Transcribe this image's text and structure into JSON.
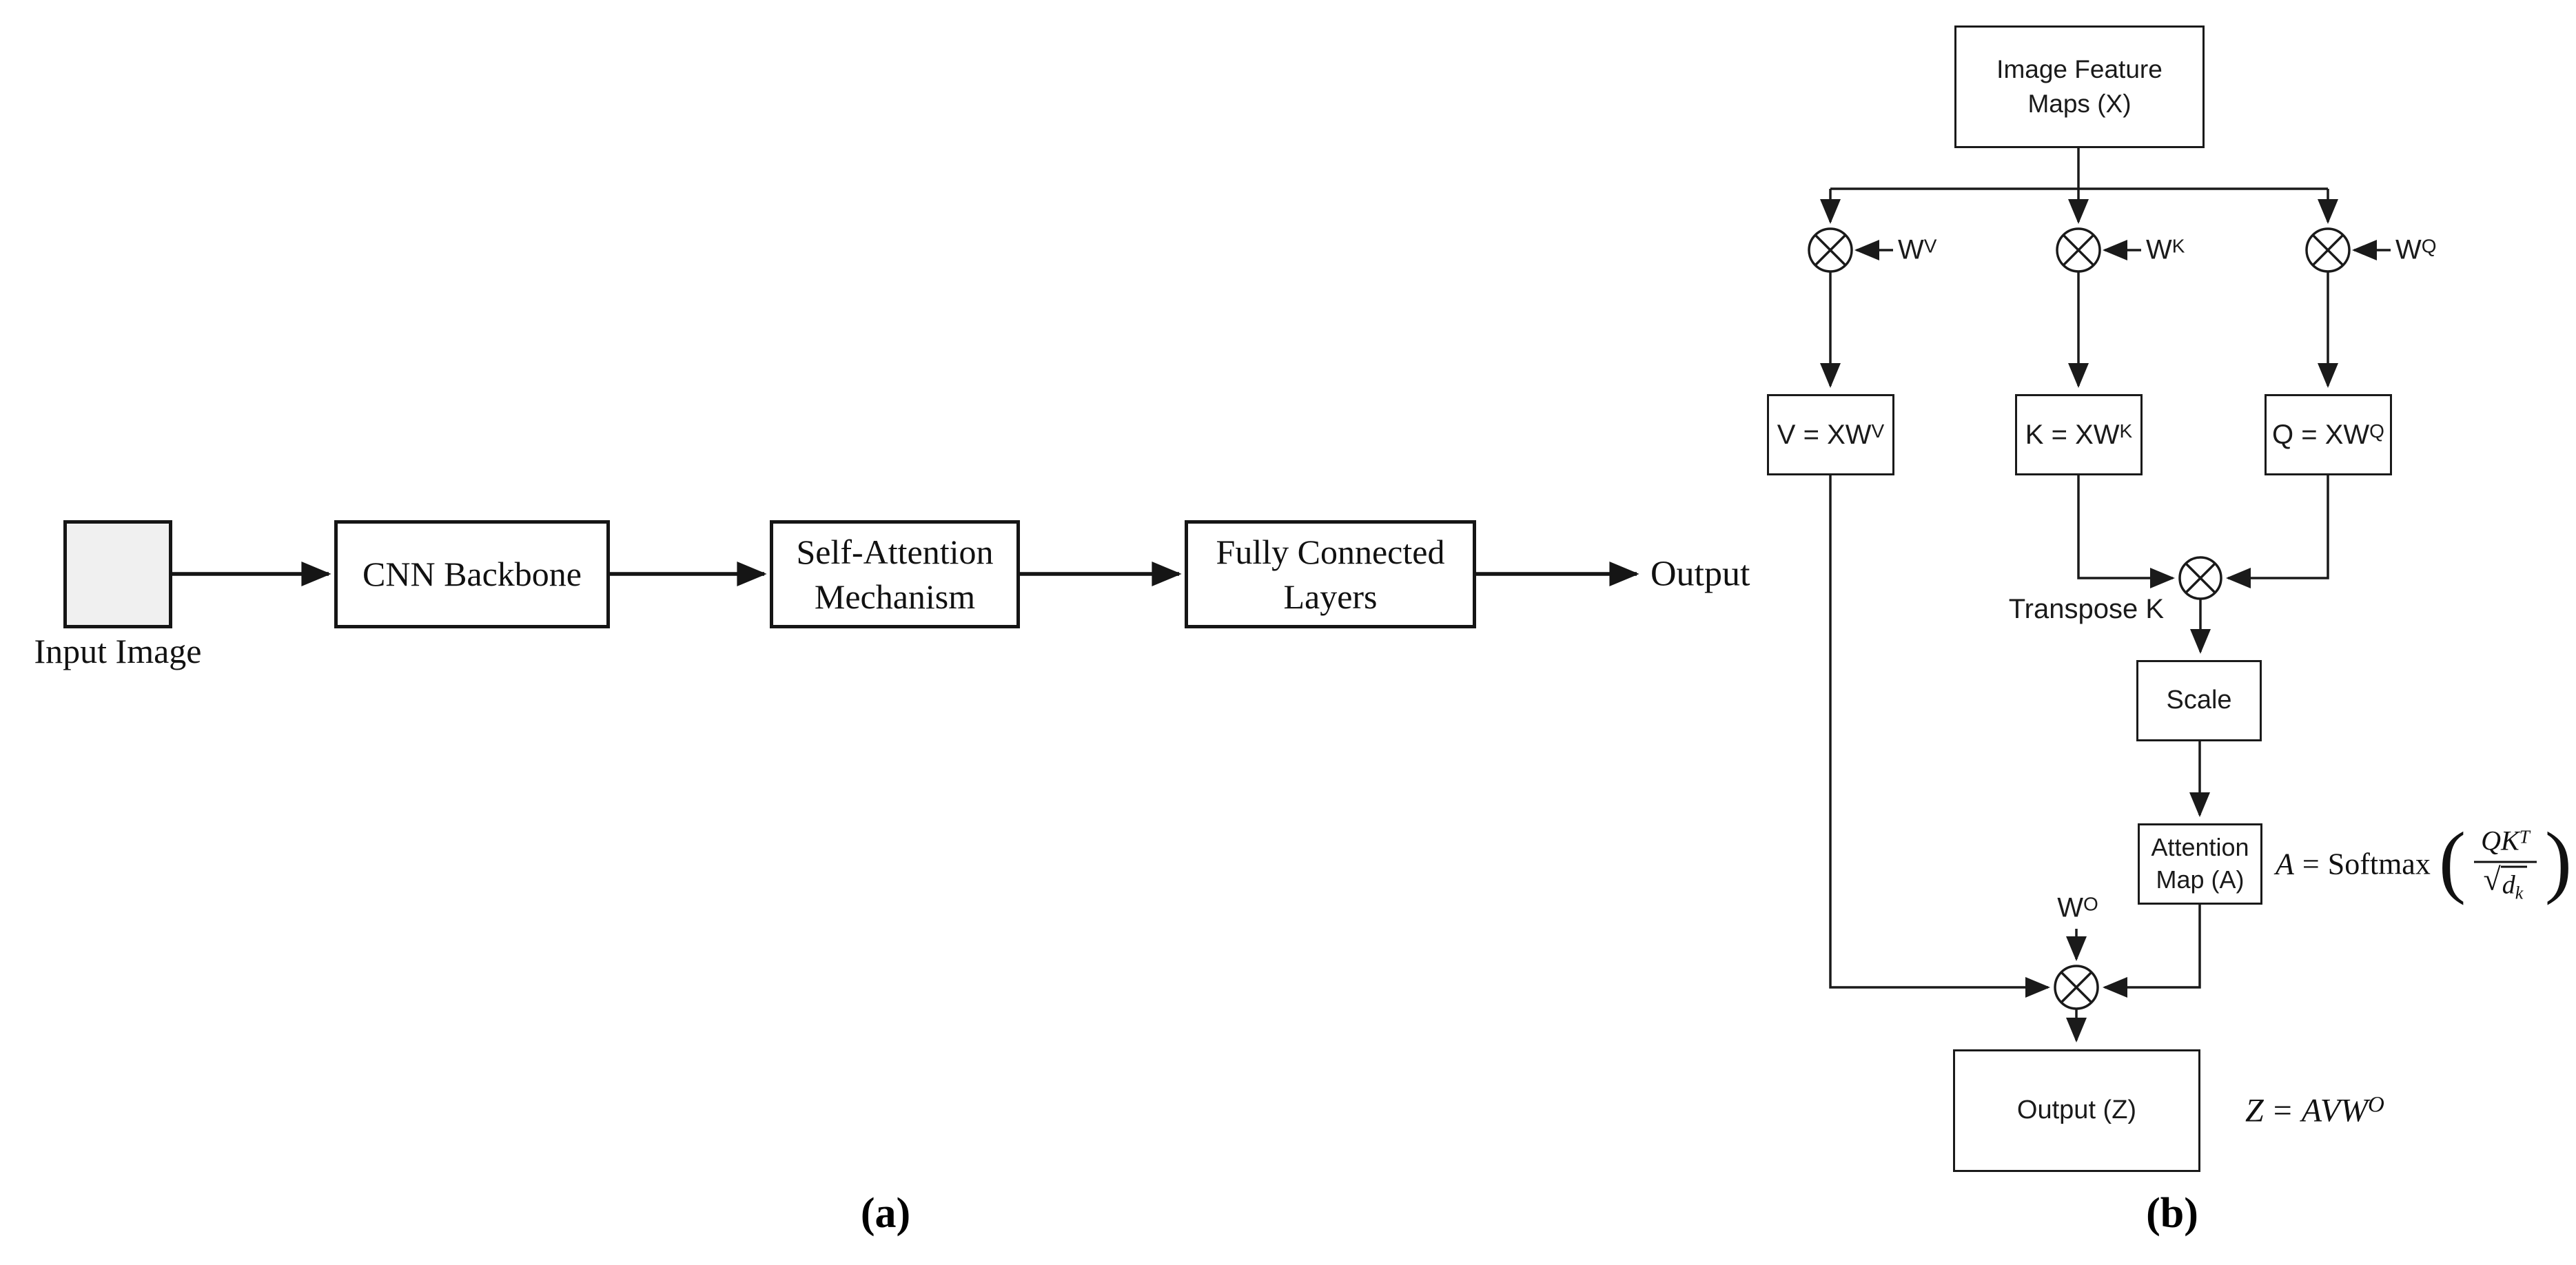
{
  "figure": {
    "panel_a": {
      "caption": "(a)",
      "input_image_label": "Input Image",
      "cnn_box": "CNN Backbone",
      "self_attention_box": [
        "Self-Attention",
        "Mechanism"
      ],
      "fully_connected_box": [
        "Fully Connected",
        "Layers"
      ],
      "output_label": "Output"
    },
    "panel_b": {
      "caption": "(b)",
      "feature_box": [
        "Image Feature",
        "Maps (X)"
      ],
      "weight_v": {
        "base": "W",
        "sup": "V"
      },
      "weight_k": {
        "base": "W",
        "sup": "K"
      },
      "weight_q": {
        "base": "W",
        "sup": "Q"
      },
      "weight_o": {
        "base": "W",
        "sup": "O"
      },
      "v_box": {
        "base": "V = XW",
        "sup": "V"
      },
      "k_box": {
        "base": "K = XW",
        "sup": "K"
      },
      "q_box": {
        "base": "Q = XW",
        "sup": "Q"
      },
      "transpose_label": "Transpose K",
      "scale_box": "Scale",
      "attention_box": [
        "Attention",
        "Map (A)"
      ],
      "output_box": "Output (Z)",
      "formula_attention": {
        "lhs": "A",
        "equals": "=",
        "func": "Softmax",
        "open_paren": "(",
        "close_paren": ")",
        "numerator_base": "QK",
        "numerator_sup": "T",
        "radical": "√",
        "denominator_base": "d",
        "denominator_sub": "k"
      },
      "formula_output": {
        "lhs": "Z",
        "equals": "=",
        "rhs_base": "AVW",
        "rhs_sup": "O"
      }
    },
    "colors": {
      "ink": "#1a1a1a",
      "panel_a_ink": "#151515",
      "input_fill": "#f0f0f0"
    }
  }
}
